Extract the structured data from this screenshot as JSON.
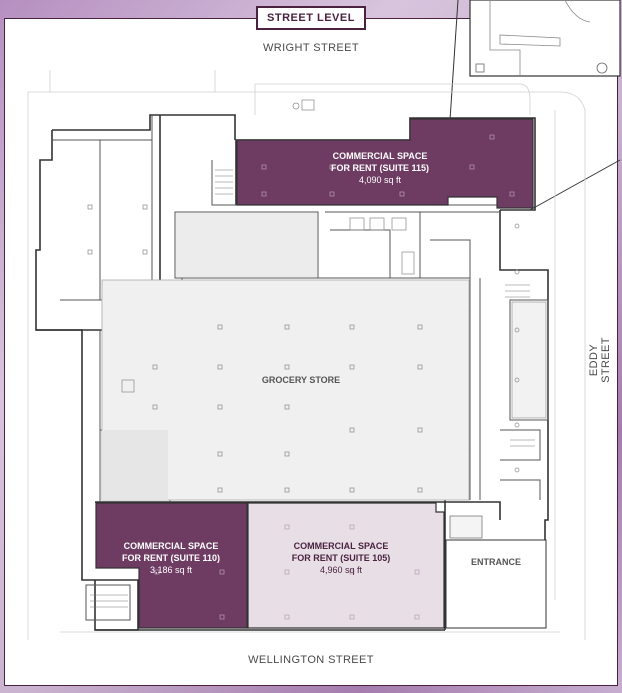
{
  "header": {
    "title": "STREET LEVEL"
  },
  "streets": {
    "north": "WRIGHT STREET",
    "south": "WELLINGTON STREET",
    "east": "EDDY STREET"
  },
  "spaces": {
    "suite115": {
      "line1": "COMMERCIAL SPACE",
      "line2": "FOR RENT (SUITE 115)",
      "area": "4,090 sq ft"
    },
    "suite110": {
      "line1": "COMMERCIAL SPACE",
      "line2": "FOR RENT (SUITE 110)",
      "area": "3,186 sq ft"
    },
    "suite105": {
      "line1": "COMMERCIAL SPACE",
      "line2": "FOR RENT (SUITE 105)",
      "area": "4,960 sq ft"
    }
  },
  "areas": {
    "grocery": "GROCERY STORE",
    "entrance": "ENTRANCE"
  },
  "colors": {
    "accent_dark": "#6e3c62",
    "accent_light": "#e8dfe6",
    "frame": "#4a2240",
    "grocery_fill": "#f0f0f0"
  }
}
